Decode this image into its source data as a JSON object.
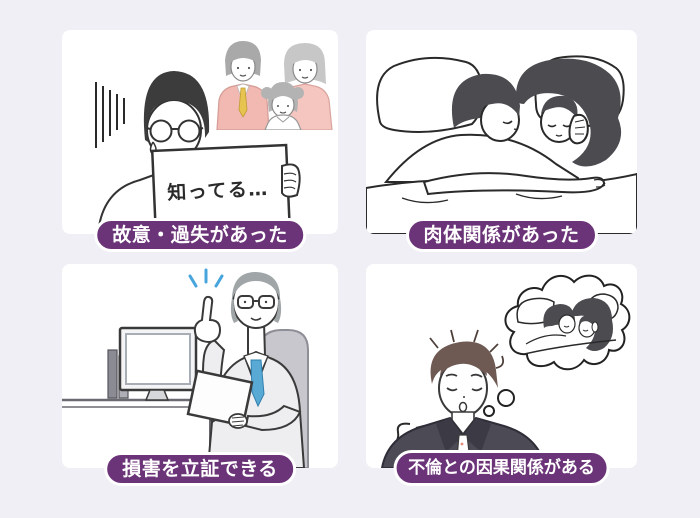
{
  "page": {
    "type": "infographic",
    "background_color": "#f0eff5",
    "card_color": "#ffffff",
    "label_pill_color": "#6c3478",
    "label_text_color": "#ffffff"
  },
  "panels": [
    {
      "id": "intent-or-negligence",
      "label": "故意・過失があった",
      "sign_text": "知ってる…",
      "illustration": "tearful-man-holding-sign-about-family"
    },
    {
      "id": "physical-relationship",
      "label": "肉体関係があった",
      "illustration": "couple-sleeping-in-bed"
    },
    {
      "id": "prove-damages",
      "label": "損害を立証できる",
      "illustration": "professional-at-desk-raising-finger"
    },
    {
      "id": "causation-with-affair",
      "label": "不倫との因果関係がある",
      "illustration": "distressed-man-imagining-couple-in-bed"
    }
  ]
}
